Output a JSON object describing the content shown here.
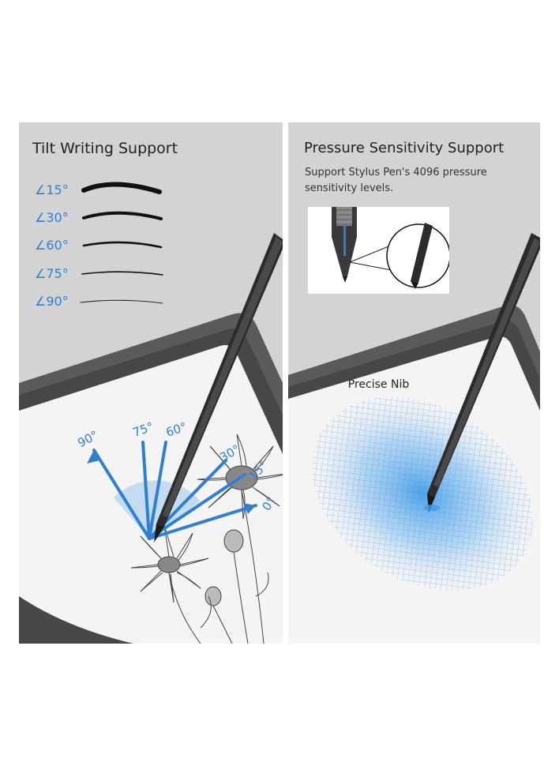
{
  "left_panel": {
    "title": "Tilt Writing Support",
    "angles": [
      {
        "label": "∠15°"
      },
      {
        "label": "∠30°"
      },
      {
        "label": "∠60°"
      },
      {
        "label": "∠75°"
      },
      {
        "label": "∠90°"
      }
    ],
    "diagram_degrees": [
      "90°",
      "75°",
      "60°",
      "30°",
      "15°",
      "0°"
    ]
  },
  "right_panel": {
    "title": "Pressure Sensitivity Support",
    "subtitle": "Support Stylus Pen's 4096 pressure sensitivity levels.",
    "nib_caption": "Precise Nib"
  },
  "colors": {
    "panel_bg": "#d3d3d3",
    "accent_blue": "#2f7fd3",
    "device_frame": "#5a5a5a",
    "screen": "#f4f4f4",
    "stylus": "#2b2b2b"
  },
  "icons": {
    "stylus": "stylus-pen-icon",
    "nib_zoom": "nib-magnifier-icon",
    "flower": "daisy-sketch-icon"
  }
}
